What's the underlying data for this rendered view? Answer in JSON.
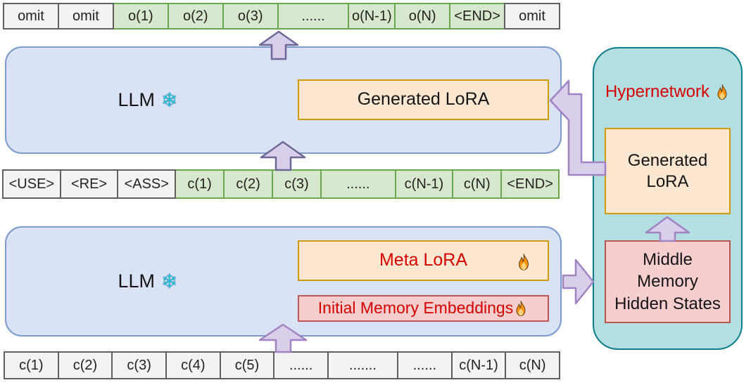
{
  "diagram": {
    "rows": {
      "output": {
        "cells": [
          "omit",
          "omit",
          "o(1)",
          "o(2)",
          "o(3)",
          "......",
          "o(N-1)",
          "o(N)",
          "<END>",
          "omit"
        ]
      },
      "context": {
        "cells": [
          "<USE>",
          "<RE>",
          "<ASS>",
          "c(1)",
          "c(2)",
          "c(3)",
          "......",
          "c(N-1)",
          "c(N)",
          "<END>"
        ]
      },
      "input": {
        "cells": [
          "c(1)",
          "c(2)",
          "c(3)",
          "c(4)",
          "c(5)",
          "......",
          ".......",
          "......",
          "c(N-1)",
          "c(N)"
        ]
      }
    },
    "top_llm": {
      "label": "LLM",
      "snowflake_glyph": "❄",
      "generated_lora": "Generated LoRA"
    },
    "bottom_llm": {
      "label": "LLM",
      "snowflake_glyph": "❄",
      "meta_lora": "Meta LoRA",
      "initial_memory": "Initial Memory Embeddings"
    },
    "hypernetwork": {
      "title": "Hypernetwork",
      "generated_lora": "Generated LoRA",
      "middle_memory": "Middle Memory Hidden States"
    },
    "icons": {
      "frozen": "snowflake-icon",
      "trainable": "flame-icon"
    },
    "colors": {
      "token_green_fill": "#d8e8ce",
      "token_green_border": "#6aa84f",
      "token_gray_fill": "#f3f3f3",
      "token_gray_border": "#5f5f5f",
      "llm_fill": "#dae3f5",
      "llm_border": "#7b9ad0",
      "lora_fill": "#fde7d0",
      "lora_border": "#cf9b0c",
      "hypernetwork_fill": "#b3dfe2",
      "hypernetwork_border": "#0e7e8c",
      "memory_fill": "#f6cecd",
      "memory_border": "#bb5752",
      "trainable_text": "#d60000",
      "arrow_fill": "#d9cfeb",
      "arrow_stroke_dark": "#6e6897",
      "arrow_stroke_light": "#a183c4",
      "snowflake": "#2bbfdf"
    }
  }
}
